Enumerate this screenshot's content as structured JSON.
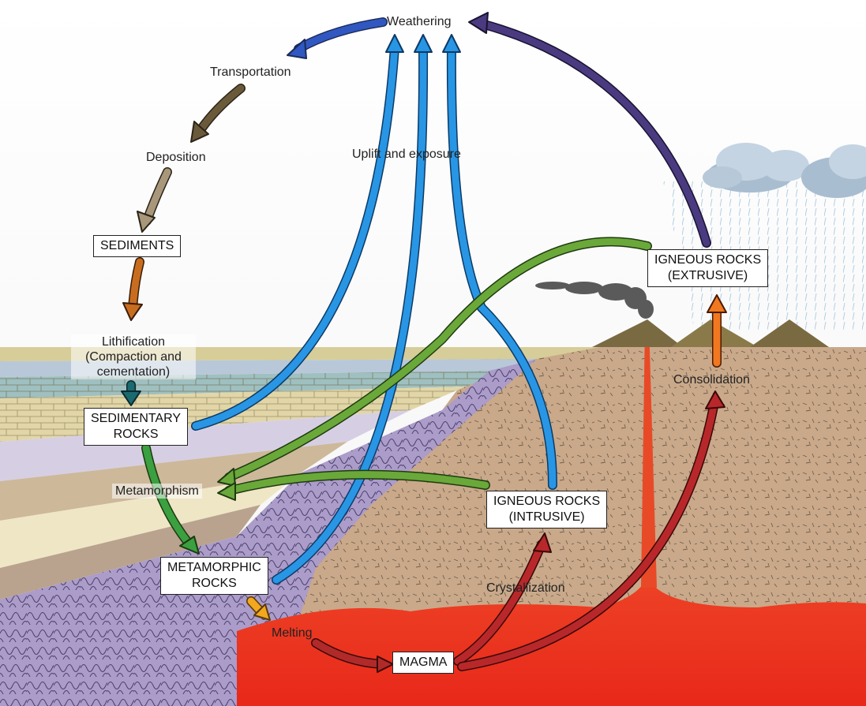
{
  "processes": {
    "weathering": "Weathering",
    "transportation": "Transportation",
    "deposition": "Deposition",
    "lithification": "Lithification",
    "lithification_detail_1": "(Compaction and",
    "lithification_detail_2": "cementation)",
    "uplift": "Uplift and exposure",
    "metamorphism": "Metamorphism",
    "melting": "Melting",
    "crystallization": "Crystallization",
    "consolidation": "Consolidation"
  },
  "rock_boxes": {
    "sediments": "SEDIMENTS",
    "sedimentary_1": "SEDIMENTARY",
    "sedimentary_2": "ROCKS",
    "metamorphic_1": "METAMORPHIC",
    "metamorphic_2": "ROCKS",
    "magma": "MAGMA",
    "intrusive_1": "IGNEOUS ROCKS",
    "intrusive_2": "(INTRUSIVE)",
    "extrusive_1": "IGNEOUS ROCKS",
    "extrusive_2": "(EXTRUSIVE)"
  },
  "colors": {
    "weathering_arrow": "#2f55b8",
    "transport_arrow": "#6b5a3a",
    "deposition_arrow": "#9a8a6a",
    "lithification_arrow": "#c26a1e",
    "uplift_arrows": "#1f8fe0",
    "metamorphism_arrows": "#6aa53a",
    "melting_arrow": "#f0a020",
    "magma_arrows": "#b8282a",
    "consolidation_arrow": "#f07a20",
    "extrusive_weathering_arrow": "#4a3a7a",
    "magma_chamber": "#f04a20",
    "metamorphic_zone": "#a99bc8",
    "igneous_ground": "#c8a888",
    "sedimentary_layers": "#d8cfa0"
  }
}
